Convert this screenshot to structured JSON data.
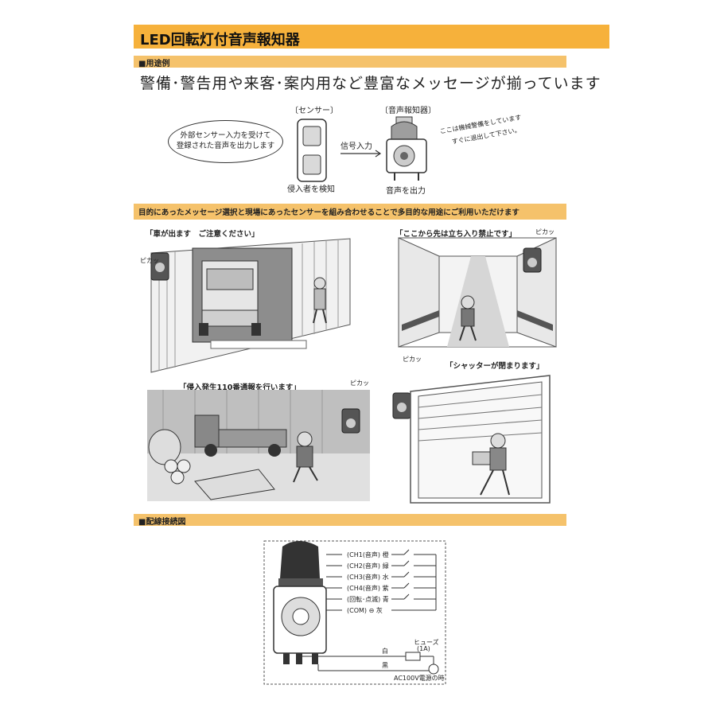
{
  "title": "LED回転灯付音声報知器",
  "section1": {
    "label": "■用途例",
    "headline": "警備･警告用や来客･案内用など豊富なメッセージが揃っています"
  },
  "diagram": {
    "bubble_line1": "外部センサー入力を受けて",
    "bubble_line2": "登録された音声を出力します",
    "sensor_label": "〔センサー〕",
    "sensor_caption": "侵入者を検知",
    "signal_label": "信号入力",
    "speaker_label": "〔音声報知器〕",
    "speaker_caption": "音声を出力",
    "speech_line1": "ここは機械警備をしています",
    "speech_line2": "すぐに退出して下さい。"
  },
  "section2": {
    "banner": "目的にあったメッセージ選択と現場にあったセンサーを組み合わせることで多目的な用途にご利用いただけます"
  },
  "scenes": {
    "garage_msg": "「車が出ます　ご注意ください」",
    "corridor_msg": "「ここから先は立ち入り禁止です」",
    "intrusion_msg": "「侵入発生110番通報を行います」",
    "shutter_msg": "「シャッターが閉まります」",
    "flash": "ピカッ"
  },
  "section3": {
    "label": "■配線接続図"
  },
  "wiring": {
    "rows": [
      {
        "left": "(CH1(音声)",
        "color": "橙"
      },
      {
        "left": "(CH2(音声)",
        "color": "緑"
      },
      {
        "left": "(CH3(音声)",
        "color": "水"
      },
      {
        "left": "(CH4(音声)",
        "color": "紫"
      },
      {
        "left": "(回転･点滅)",
        "color": "青"
      },
      {
        "left": "(COM) ⊖",
        "color": "灰"
      }
    ],
    "white": "白",
    "black": "黒",
    "fuse": "ヒューズ",
    "fuse_rating": "(1A)",
    "power": "AC100V電源の時"
  }
}
